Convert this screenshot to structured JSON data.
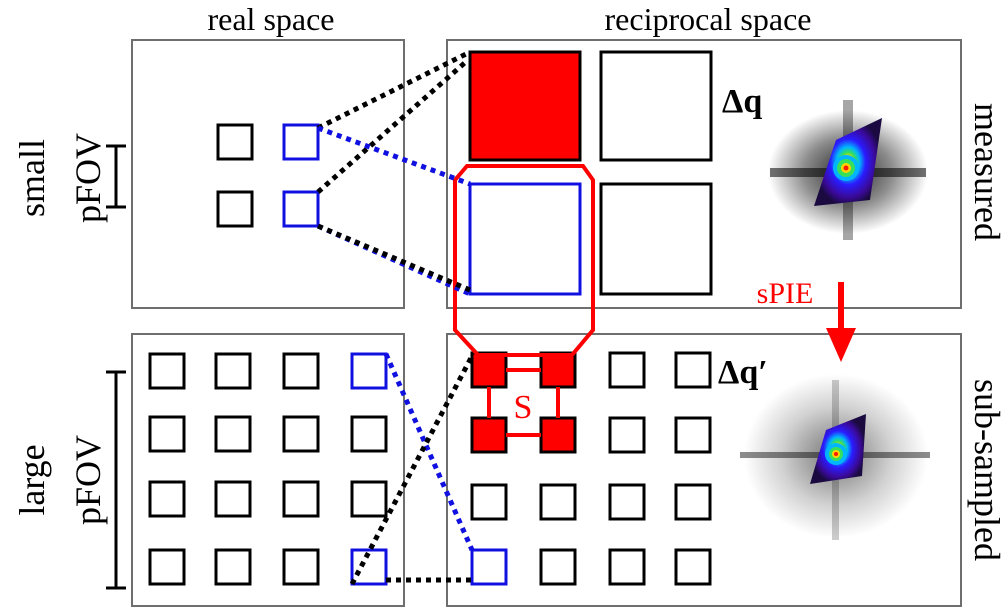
{
  "headers": {
    "real_space": "real space",
    "reciprocal_space": "reciprocal space"
  },
  "rows": {
    "top": {
      "left_label_1": "small",
      "left_label_2": "pFOV",
      "right_label": "measured",
      "delta": "Δq"
    },
    "bottom": {
      "left_label_1": "large",
      "left_label_2": "pFOV",
      "right_label": "sub-sampled",
      "delta": "Δq′"
    }
  },
  "annotations": {
    "spie": "sPIE",
    "s": "S"
  },
  "colors": {
    "panel_border": "#6e6e6e",
    "square_black": "#000000",
    "square_blue": "#1010e0",
    "accent_red": "#ff0000",
    "white": "#ffffff"
  },
  "icons": {
    "measured_pattern": "diffraction-pattern-icon",
    "subsampled_pattern": "diffraction-pattern-icon",
    "arrow": "arrow-down-icon"
  }
}
